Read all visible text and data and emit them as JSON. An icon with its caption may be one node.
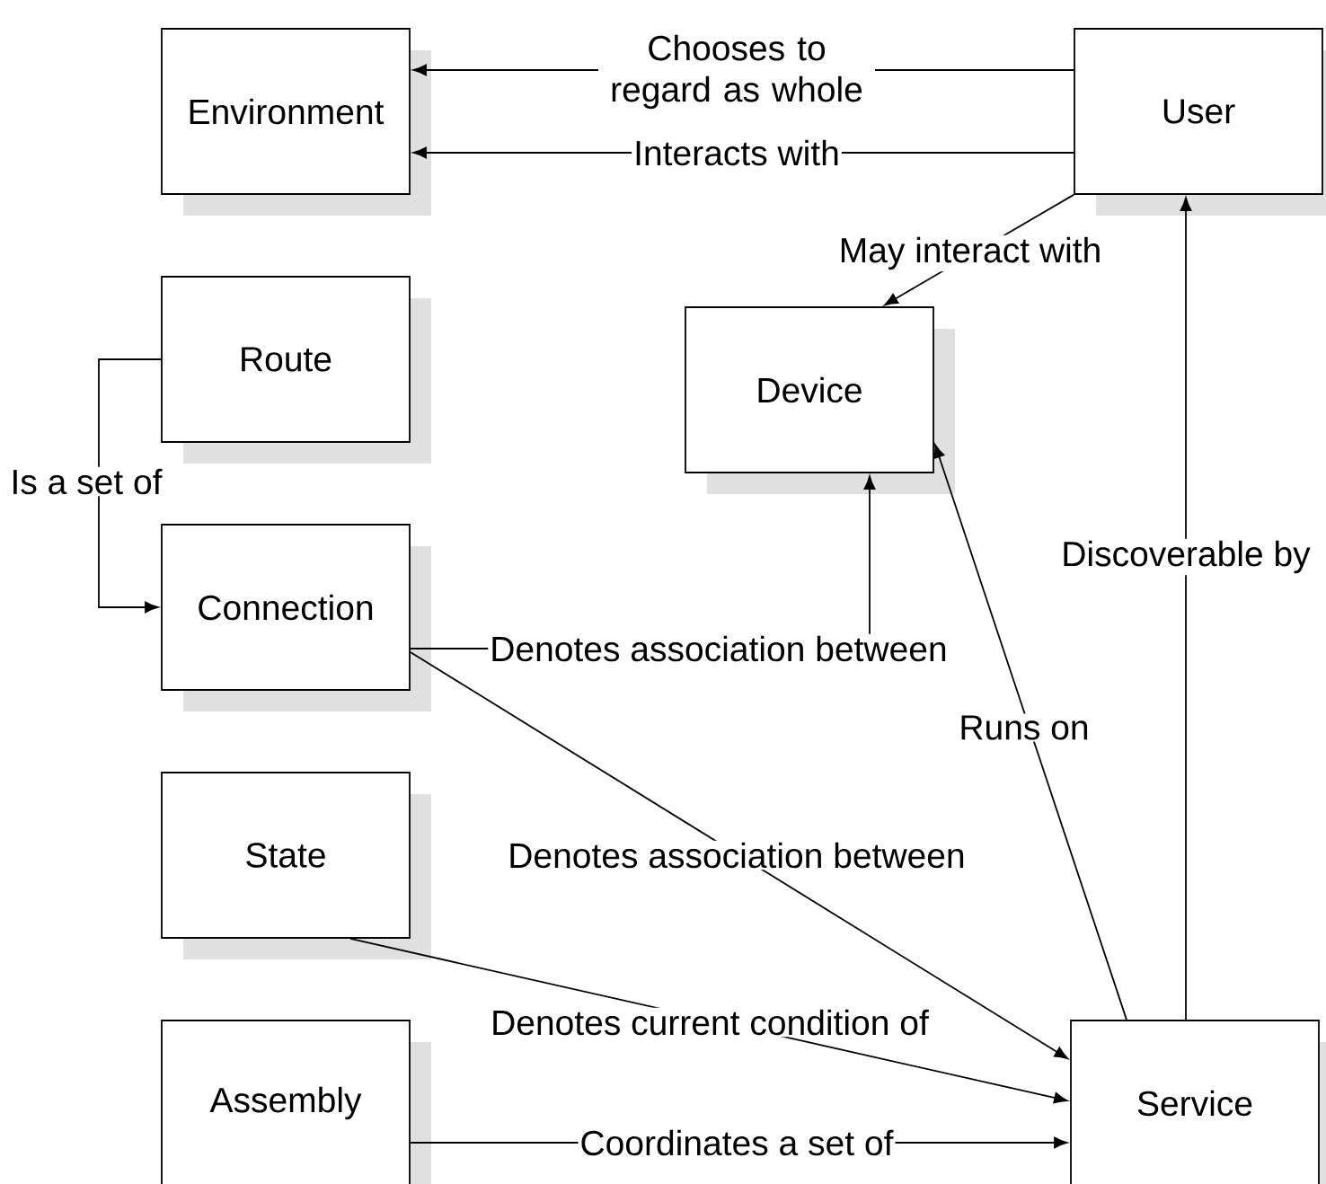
{
  "diagram": {
    "nodes": [
      {
        "text": [
          "Environment"
        ]
      },
      {
        "text": [
          "User"
        ]
      },
      {
        "text": [
          "Route"
        ]
      },
      {
        "text": [
          "Device"
        ]
      },
      {
        "text": [
          "Connection"
        ]
      },
      {
        "text": [
          "State"
        ]
      },
      {
        "text": [
          "Assembly"
        ]
      },
      {
        "text": [
          "Service"
        ]
      }
    ],
    "edges": [
      {
        "from": 1,
        "to": 0,
        "arrow": "to",
        "label": "Chooses to regard as whole"
      },
      {
        "from": 1,
        "to": 0,
        "arrow": "to",
        "label": "Interacts with"
      },
      {
        "from": 1,
        "to": 3,
        "arrow": "to",
        "label": "May interact with"
      },
      {
        "from": 7,
        "to": 1,
        "arrow": "to",
        "label": "Discoverable by"
      },
      {
        "from": 7,
        "to": 3,
        "arrow": "to",
        "label": "Runs on"
      },
      {
        "from": 4,
        "to": 3,
        "arrow": "to",
        "label": "Denotes association between"
      },
      {
        "from": 4,
        "to": 7,
        "arrow": "to",
        "label": "Denotes association between"
      },
      {
        "from": 5,
        "to": 7,
        "arrow": "to",
        "label": "Denotes current condition of"
      },
      {
        "from": 6,
        "to": 7,
        "arrow": "to",
        "label": "Coordinates a set of"
      },
      {
        "from": 2,
        "to": 4,
        "arrow": "to",
        "label": "Is a set of"
      }
    ]
  }
}
